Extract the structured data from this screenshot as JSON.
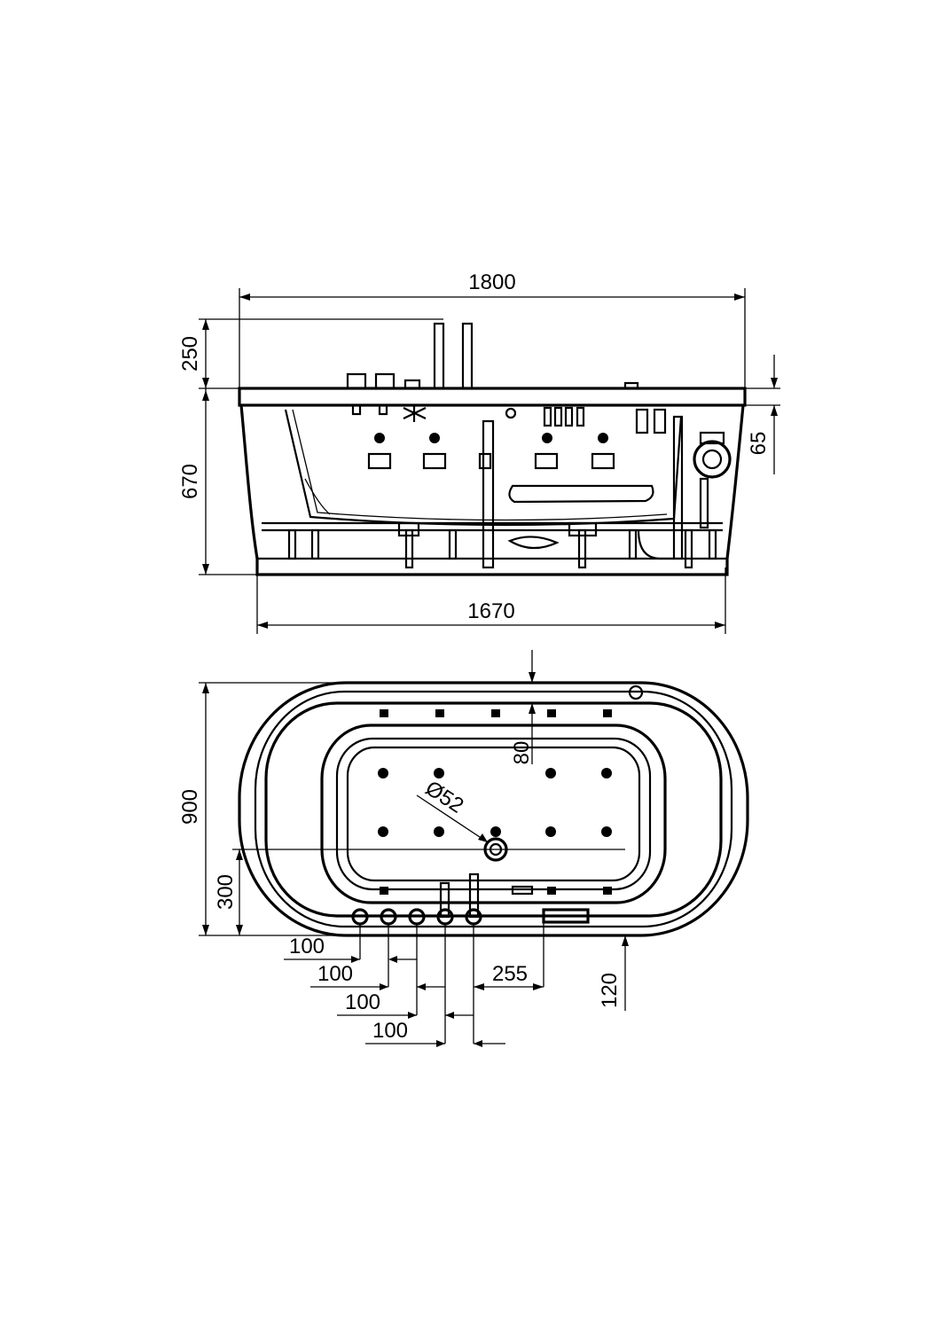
{
  "side_view": {
    "overall_length": "1800",
    "base_length": "1670",
    "height": "670",
    "faucet_height": "250",
    "rim_depth": "65"
  },
  "top_view": {
    "overall_width": "900",
    "inlet_offset": "300",
    "rim_offset": "80",
    "inlet_diameter": "Ø52",
    "spacing_1": "100",
    "spacing_2": "100",
    "spacing_3": "100",
    "spacing_4": "100",
    "drain_offset": "255",
    "edge_offset": "120"
  },
  "colors": {
    "line": "#000000",
    "background": "#ffffff"
  }
}
